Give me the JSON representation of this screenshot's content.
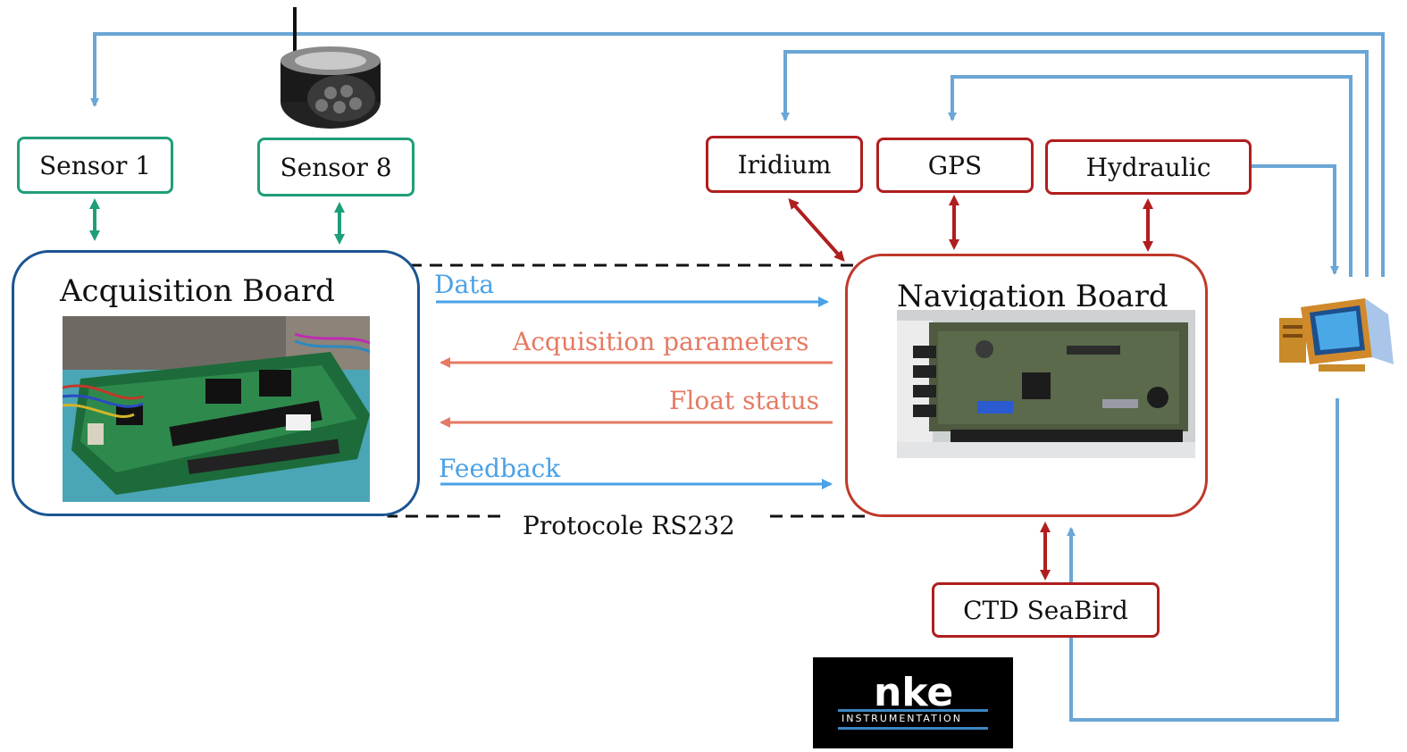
{
  "sensors": {
    "sensor_1": "Sensor 1",
    "sensor_8": "Sensor 8"
  },
  "boards": {
    "acquisition": "Acquisition Board",
    "navigation": "Navigation Board"
  },
  "peripherals": {
    "iridium": "Iridium",
    "gps": "GPS",
    "hydraulic": "Hydraulic",
    "ctd": "CTD SeaBird"
  },
  "messages": {
    "data": "Data",
    "acquisition_parameters": "Acquisition parameters",
    "float_status": "Float status",
    "feedback": "Feedback"
  },
  "protocol_label": "Protocole RS232",
  "logo": {
    "word": "nke",
    "sub": "INSTRUMENTATION"
  },
  "colors": {
    "sensor_border": "#1f9e7a",
    "acquisition_border": "#1b5591",
    "navigation_border": "#c0392b",
    "peripheral_border": "#b01e1e",
    "data_arrow": "#4aa1e6",
    "parameter_arrow": "#e57a63",
    "link_line": "#6aa6d6"
  },
  "icons": {
    "computer": "computer-icon",
    "sensor_device": "optical-sensor-icon",
    "acquisition_photo": "circuit-board-photo",
    "navigation_photo": "circuit-board-photo"
  }
}
